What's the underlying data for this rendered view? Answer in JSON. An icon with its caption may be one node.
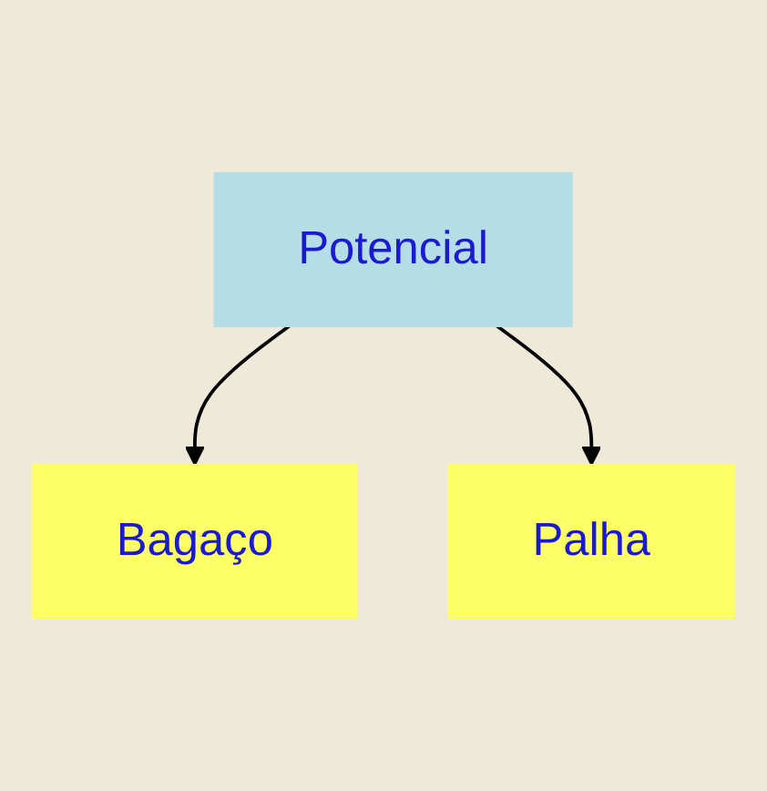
{
  "diagram": {
    "nodes": [
      {
        "text": [
          "Potencial"
        ]
      },
      {
        "text": [
          "Bagaço"
        ]
      },
      {
        "text": [
          "Palha"
        ]
      }
    ],
    "edges": [
      {
        "from": 0,
        "to": 1,
        "arrow": "to"
      },
      {
        "from": 0,
        "to": 2,
        "arrow": "to"
      }
    ]
  }
}
